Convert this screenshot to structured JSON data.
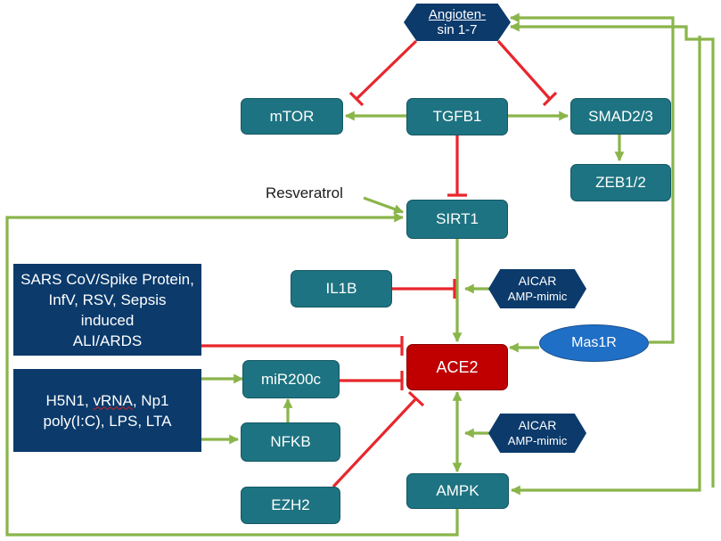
{
  "nodes": {
    "angiotensin": {
      "line1": "Angioten-",
      "line2": "sin 1-7"
    },
    "mtor": "mTOR",
    "tgfb1": "TGFB1",
    "smad": "SMAD2/3",
    "zeb": "ZEB1/2",
    "resveratrol": "Resveratrol",
    "sirt1": "SIRT1",
    "sars": [
      "SARS CoV/Spike Protein,",
      "InfV, RSV, Sepsis",
      "induced",
      "ALI/ARDS"
    ],
    "il1b": "IL1B",
    "aicar_top": {
      "line1": "AICAR",
      "line2": "AMP-mimic"
    },
    "mas1r": "Mas1R",
    "mir200c": "miR200c",
    "ace2": "ACE2",
    "h5n1": {
      "line1_a": "H5N1, ",
      "line1_b": "vRNA",
      "line1_c": ", Np1",
      "line2": "poly(I:C), LPS, LTA"
    },
    "nfkb": "NFKB",
    "aicar_bottom": {
      "line1": "AICAR",
      "line2": "AMP-mimic"
    },
    "ezh2": "EZH2",
    "ampk": "AMPK"
  },
  "colors": {
    "activation": "#8ab54a",
    "inhibition": "#e8262c",
    "teal": "#1d7381",
    "navy": "#0b3a6b",
    "ace2": "#c00000",
    "mas1r": "#1f6fc6"
  },
  "edges": [
    {
      "from": "Angiotensin 1-7",
      "to": "mTOR",
      "type": "inhibition"
    },
    {
      "from": "Angiotensin 1-7",
      "to": "SMAD2/3",
      "type": "inhibition"
    },
    {
      "from": "TGFB1",
      "to": "mTOR",
      "type": "activation"
    },
    {
      "from": "TGFB1",
      "to": "SMAD2/3",
      "type": "activation"
    },
    {
      "from": "SMAD2/3",
      "to": "ZEB1/2",
      "type": "activation"
    },
    {
      "from": "TGFB1",
      "to": "SIRT1",
      "type": "inhibition"
    },
    {
      "from": "Resveratrol",
      "to": "SIRT1",
      "type": "activation"
    },
    {
      "from": "SIRT1",
      "to": "ACE2",
      "type": "activation"
    },
    {
      "from": "IL1B",
      "to": "ACE2",
      "type": "inhibition"
    },
    {
      "from": "AICAR AMP-mimic",
      "to": "ACE2",
      "type": "activation"
    },
    {
      "from": "SARS CoV/Spike Protein, InfV, RSV, Sepsis induced ALI/ARDS",
      "to": "ACE2",
      "type": "inhibition"
    },
    {
      "from": "Mas1R",
      "to": "ACE2",
      "type": "activation"
    },
    {
      "from": "Mas1R",
      "to": "Angiotensin 1-7",
      "type": "activation"
    },
    {
      "from": "H5N1, vRNA, Np1 poly(I:C), LPS, LTA",
      "to": "miR200c",
      "type": "activation"
    },
    {
      "from": "H5N1, vRNA, Np1 poly(I:C), LPS, LTA",
      "to": "NFKB",
      "type": "activation"
    },
    {
      "from": "NFKB",
      "to": "miR200c",
      "type": "activation"
    },
    {
      "from": "miR200c",
      "to": "ACE2",
      "type": "inhibition"
    },
    {
      "from": "EZH2",
      "to": "ACE2",
      "type": "inhibition"
    },
    {
      "from": "ACE2",
      "to": "AMPK",
      "type": "activation"
    },
    {
      "from": "AMPK",
      "to": "ACE2",
      "type": "activation"
    },
    {
      "from": "AICAR AMP-mimic",
      "to": "AMPK",
      "type": "activation"
    },
    {
      "from": "AMPK",
      "to": "SIRT1",
      "type": "activation"
    },
    {
      "from": "Angiotensin 1-7",
      "to": "AMPK",
      "type": "activation"
    }
  ]
}
